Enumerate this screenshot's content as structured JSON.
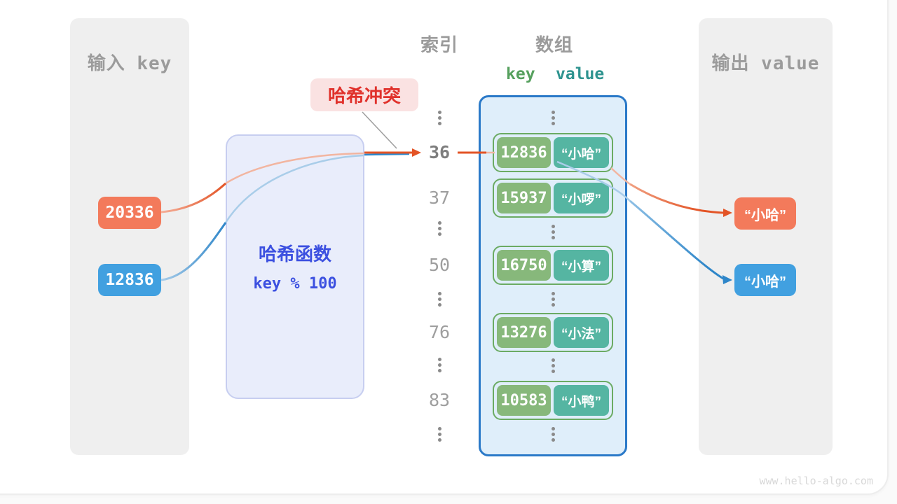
{
  "input_panel": {
    "title": "输入 key",
    "keys": [
      {
        "value": "20336",
        "color": "#F37A5B"
      },
      {
        "value": "12836",
        "color": "#41A0E0"
      }
    ]
  },
  "hash_function": {
    "title": "哈希函数",
    "formula": "key % 100"
  },
  "collision_label": {
    "text": "哈希冲突"
  },
  "index_column": {
    "title": "索引",
    "rows": [
      {
        "type": "dots"
      },
      {
        "type": "index",
        "label": "36",
        "highlight": true
      },
      {
        "type": "index",
        "label": "37"
      },
      {
        "type": "dots"
      },
      {
        "type": "index",
        "label": "50"
      },
      {
        "type": "dots"
      },
      {
        "type": "index",
        "label": "76"
      },
      {
        "type": "dots"
      },
      {
        "type": "index",
        "label": "83"
      },
      {
        "type": "dots"
      }
    ]
  },
  "array_column": {
    "title": "数组",
    "key_header": "key",
    "value_header": "value",
    "pairs": [
      {
        "key": "12836",
        "value": "“小哈”"
      },
      {
        "key": "15937",
        "value": "“小啰”"
      },
      {
        "key": "16750",
        "value": "“小算”"
      },
      {
        "key": "13276",
        "value": "“小法”"
      },
      {
        "key": "10583",
        "value": "“小鸭”"
      }
    ]
  },
  "output_panel": {
    "title": "输出 value",
    "values": [
      {
        "text": "“小哈”",
        "color": "#F37A5B"
      },
      {
        "text": "“小哈”",
        "color": "#41A0E0"
      }
    ]
  },
  "watermark": "www.hello-algo.com",
  "colors": {
    "input_orange": "#F37A5B",
    "input_blue": "#41A0E0",
    "arrow_orange": "#E35426",
    "arrow_blue": "#2E86C9",
    "key_green": "#87B87B",
    "value_teal": "#55B5A2",
    "pair_border_green": "#6BAB63",
    "array_border_blue": "#2A79C8",
    "array_fill": "#DFEEFA",
    "hash_fill": "#E9EDFB",
    "hash_text_blue": "#3C50E0",
    "collision_red": "#E0312B",
    "collision_bg": "#FAE2E2",
    "panel_gray": "#EFEFEF",
    "header_gray": "#9B9B9B",
    "key_header_green": "#56A05E",
    "value_header_teal": "#2F9490"
  }
}
